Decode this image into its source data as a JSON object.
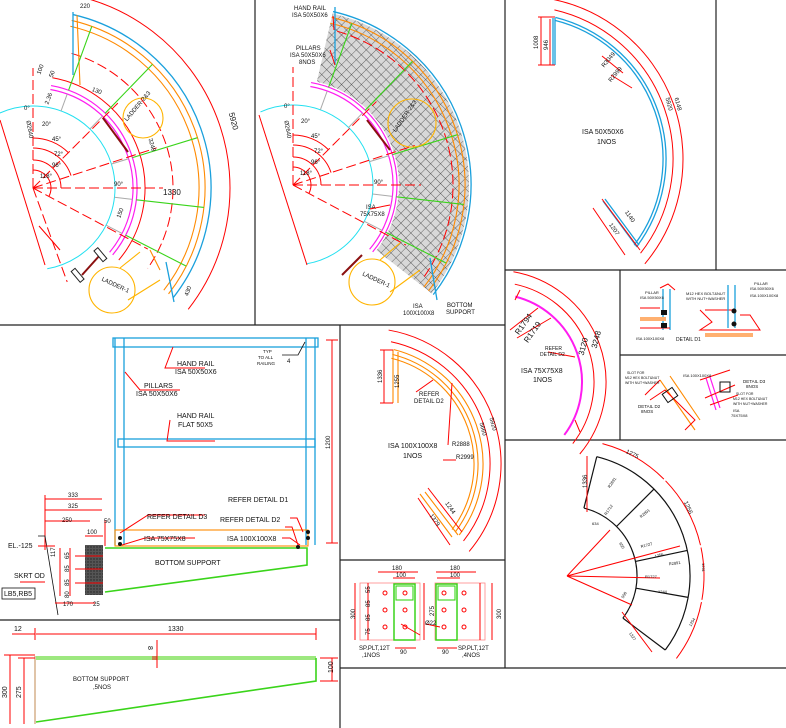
{
  "colors": {
    "dimension": "#ff0000",
    "handrail": "#1aa0dc",
    "isa100": "#ff8a00",
    "isa75": "#ff1cf0",
    "bottom_support": "#3ad41a",
    "ladder": "#ffb400",
    "tank": "#22e0f0"
  },
  "plan_dims": {
    "angles": [
      "0°",
      "20°",
      "45°",
      "72°",
      "96°",
      "118°",
      "90°"
    ],
    "tank_dia": "Ø2640",
    "width": "1330",
    "arc_len": "5920",
    "top_w": "220",
    "d100": "100",
    "d50": "50",
    "d130": "130",
    "d236": "2.36",
    "d150": "150",
    "d430": "430",
    "ladder23": "LADDER-2&3",
    "arc_3248": "3248",
    "ladder1": "LADDER-1"
  },
  "plan_labels": {
    "angles": [
      "0°",
      "20°",
      "45°",
      "72°",
      "96°",
      "118°",
      "90°"
    ],
    "tank_dia": "Ø2640",
    "handrail": [
      "HAND RAIL",
      "ISA 50X50X6"
    ],
    "pillars": [
      "PILLARS",
      "ISA 50X50X6",
      "8NOS"
    ],
    "isa75": [
      "ISA",
      "75X75X8"
    ],
    "isa100": [
      "ISA",
      "100X100X8"
    ],
    "bottom": [
      "BOTTOM",
      "SUPPORT"
    ],
    "ladder23": "LADDER-2&3",
    "ladder1": "LADDER-1"
  },
  "handrail_part": {
    "h1": "1008",
    "h2": "946",
    "r1": "R3049",
    "r2": "R2999",
    "arc1": "6148",
    "arc2": "5920",
    "l1": "1140",
    "l2": "1207",
    "name": "ISA 50X50X6",
    "qty": "1NOS"
  },
  "elevation": {
    "handrail": [
      "HAND RAIL",
      "ISA 50X50X6"
    ],
    "pillars": [
      "PILLARS",
      "ISA 50X50X6"
    ],
    "midrail": [
      "HAND RAIL",
      "FLAT 50X5"
    ],
    "weld": [
      "TYP",
      "TO ALL",
      "RAILING"
    ],
    "weld_size": "4",
    "height": "1200",
    "d333": "333",
    "d325": "325",
    "d250": "250",
    "d100": "100",
    "d50": "50",
    "ref_d3": "REFER DETAIL D3",
    "ref_d1": "REFER DETAIL D1",
    "ref_d2": "REFER DETAIL D2",
    "isa75": "ISA 75X75X8",
    "isa100": "ISA 100X100X8",
    "bottom": "BOTTOM SUPPORT",
    "el": "EL.-125",
    "skrt": "SKRT OD",
    "tag": "LB5,RB5",
    "d170": "170",
    "d25": "25",
    "v": [
      "65",
      "85",
      "85",
      "80"
    ],
    "d117": "117"
  },
  "isa100_part": {
    "h1": "1336",
    "h2": "1255",
    "ref": [
      "REFER",
      "DETAIL D2"
    ],
    "arc1": "5920",
    "arc2": "5660",
    "r1": "R2888",
    "r2": "R2999",
    "l1": "1244",
    "l2": "1379",
    "name": "ISA 100X100X8",
    "qty": "1NOS"
  },
  "isa75_part": {
    "r1": "R1794",
    "r2": "R1719",
    "arc1": "3248",
    "arc2": "3120",
    "ref": [
      "REFER",
      "DETAIL D2"
    ],
    "name": "ISA 75X75X8",
    "qty": "1NOS"
  },
  "details": {
    "d1_pillar": [
      "PILLAR",
      "ISA 50X50X6"
    ],
    "d1_bolt": [
      "M12 HEX BOLT&NUT",
      "WITH NUT+WASHER"
    ],
    "d1_isa": "ISA 100X100X8",
    "d1_pillar2": [
      "PILLAR",
      "ISA 50X50X6"
    ],
    "d1_isa2": "ISA 100X100X8",
    "d1_title": "DETAIL D1",
    "d2_slot": [
      "SLOT FOR",
      "M12 HEX BOLT&NUT",
      "WITH NUT+WASHER"
    ],
    "d2_isa": "ISA 100X100X8",
    "d2_title": [
      "DETAIL D2",
      "8NOS"
    ],
    "d3_title": [
      "DETAIL D3",
      "8NOS"
    ],
    "d3_slot": [
      "SLOT FOR",
      "M12 HEX BOLT&NUT",
      "WITH NUT+WASHER"
    ],
    "d3_isa": [
      "ISA",
      "75X75X8"
    ]
  },
  "plates": {
    "w": "180",
    "w2": "100",
    "h": "300",
    "h2": "275",
    "rows": [
      "55",
      "85",
      "85",
      "75"
    ],
    "b": "90",
    "hole": "Ø22",
    "name1": [
      "SP.PLT,12T",
      ",1NOS"
    ],
    "name2": [
      "SP.PLT,12T",
      ",4NOS"
    ]
  },
  "development": {
    "h": "1336",
    "arc_top": "1275",
    "arc2": "1256",
    "r1": "R2891",
    "r2": "R1712",
    "r3": "R1727",
    "r4": "R1727",
    "r5": "R2891",
    "r6": "R2891",
    "w1": "1256",
    "w2": "1244",
    "w3": "1261",
    "arc_b": "1254",
    "side": "1327",
    "c1": "634",
    "c2": "650",
    "c3": "556"
  },
  "bottom_support": {
    "d12": "12",
    "len": "1330",
    "t": "8",
    "h1": "300",
    "h2": "275",
    "h3": "100",
    "name": "BOTTOM SUPPORT",
    "qty": ",5NOS"
  }
}
